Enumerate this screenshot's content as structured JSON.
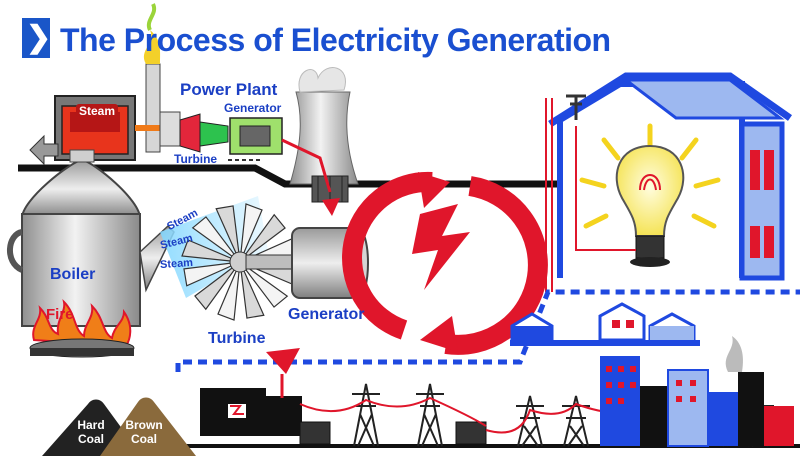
{
  "header": {
    "icon": "chevron-right-icon",
    "title": "The Process of Electricity Generation"
  },
  "plant": {
    "title": "Power Plant",
    "steam": "Steam",
    "generator": "Generator",
    "turbine": "Turbine"
  },
  "main": {
    "boiler": "Boiler",
    "fire": "Fire",
    "steam": "Steam",
    "turbine": "Turbine",
    "generator": "Generator"
  },
  "fuel": {
    "hard_coal": "Hard Coal",
    "brown_coal": "Brown Coal"
  },
  "colors": {
    "title_blue": "#1a4fd0",
    "label_blue": "#1b3fc4",
    "power_red": "#e0162b",
    "house_blue": "#1f49e0"
  }
}
